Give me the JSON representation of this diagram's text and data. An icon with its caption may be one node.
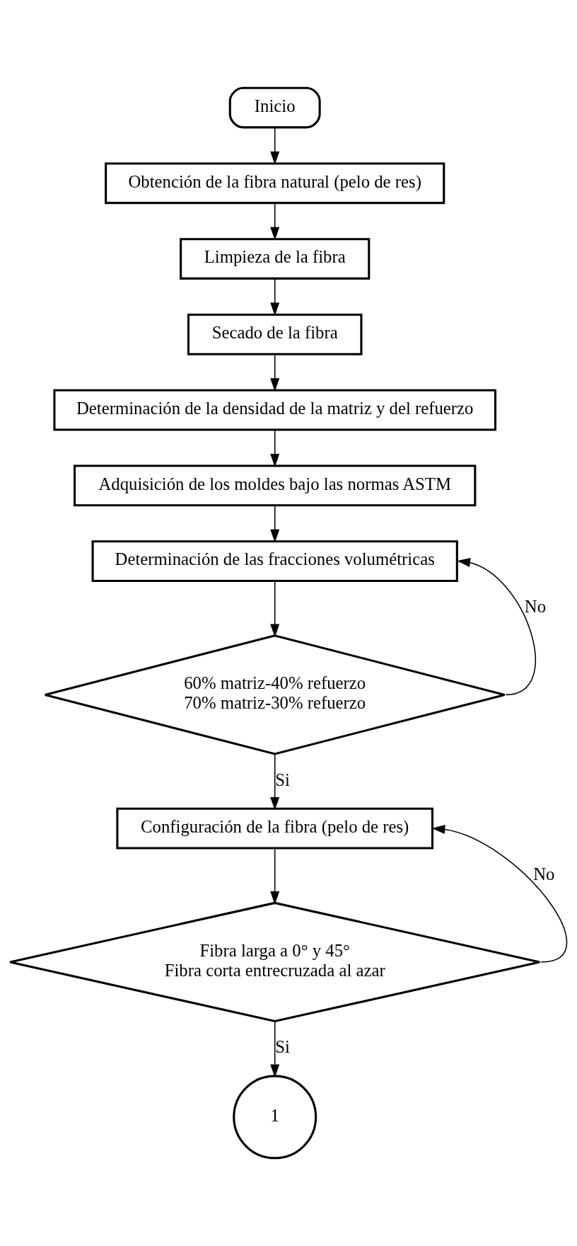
{
  "diagram": {
    "nodes": [
      {
        "text": [
          "Inicio"
        ]
      },
      {
        "text": [
          "Obtención de la fibra natural (pelo de res)"
        ]
      },
      {
        "text": [
          "Limpieza de la fibra"
        ]
      },
      {
        "text": [
          "Secado de la fibra"
        ]
      },
      {
        "text": [
          "Determinación de la densidad de la matriz y del refuerzo"
        ]
      },
      {
        "text": [
          "Adquisición de los moldes bajo las normas ASTM"
        ]
      },
      {
        "text": [
          "Determinación de las fracciones volumétricas"
        ]
      },
      {
        "text": [
          "60% matriz-40% refuerzo",
          "70% matriz-30% refuerzo"
        ]
      },
      {
        "text": [
          "Configuración de la fibra (pelo de res)"
        ]
      },
      {
        "text": [
          "Fibra larga a 0° y 45°",
          "Fibra corta entrecruzada al azar"
        ]
      },
      {
        "text": [
          "1"
        ]
      }
    ],
    "edges": [
      {
        "from": 0,
        "to": 1,
        "arrow": "to"
      },
      {
        "from": 1,
        "to": 2,
        "arrow": "to"
      },
      {
        "from": 2,
        "to": 3,
        "arrow": "to"
      },
      {
        "from": 3,
        "to": 4,
        "arrow": "to"
      },
      {
        "from": 4,
        "to": 5,
        "arrow": "to"
      },
      {
        "from": 5,
        "to": 6,
        "arrow": "to"
      },
      {
        "from": 6,
        "to": 7,
        "arrow": "to"
      },
      {
        "from": 7,
        "to": 6,
        "arrow": "to",
        "label": "No"
      },
      {
        "from": 7,
        "to": 8,
        "arrow": "to",
        "label": "Si"
      },
      {
        "from": 8,
        "to": 9,
        "arrow": "to"
      },
      {
        "from": 9,
        "to": 8,
        "arrow": "to",
        "label": "No"
      },
      {
        "from": 9,
        "to": 10,
        "arrow": "to",
        "label": "Si"
      }
    ]
  }
}
